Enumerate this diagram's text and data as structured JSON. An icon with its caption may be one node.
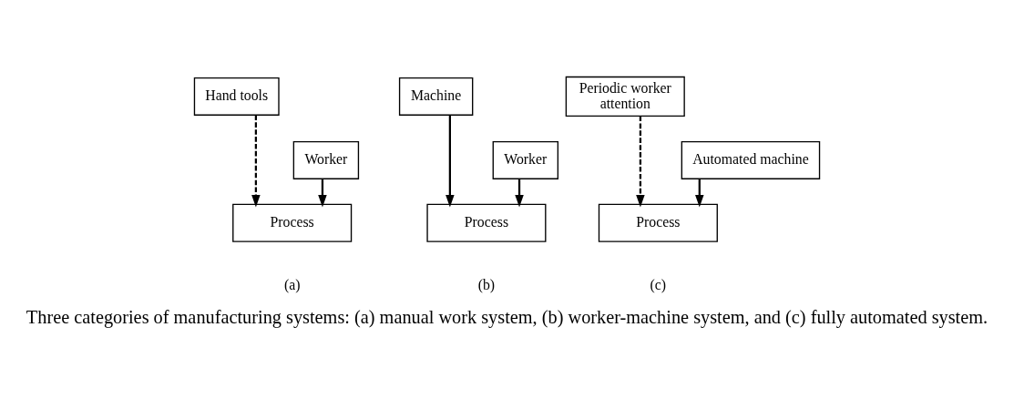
{
  "diagram": {
    "caption": "Three categories of manufacturing systems: (a) manual work system, (b) worker-machine system, and (c) fully automated system.",
    "nodes": [
      {
        "text": [
          "Hand tools"
        ]
      },
      {
        "text": [
          "Worker"
        ]
      },
      {
        "text": [
          "Process"
        ]
      },
      {
        "text": [
          "Machine"
        ]
      },
      {
        "text": [
          "Worker"
        ]
      },
      {
        "text": [
          "Process"
        ]
      },
      {
        "text": [
          "Periodic worker attention"
        ]
      },
      {
        "text": [
          "Automated machine"
        ]
      },
      {
        "text": [
          "Process"
        ]
      }
    ],
    "edges": [
      {
        "from": 1,
        "to": 2,
        "arrow": "to"
      },
      {
        "from": 0,
        "to": 2,
        "arrow": "to",
        "style": "dashed"
      },
      {
        "from": 4,
        "to": 5,
        "arrow": "to"
      },
      {
        "from": 3,
        "to": 5,
        "arrow": "to"
      },
      {
        "from": 7,
        "to": 8,
        "arrow": "to"
      },
      {
        "from": 6,
        "to": 8,
        "arrow": "to",
        "style": "dashed"
      }
    ],
    "labels": [
      "(a)",
      "(b)",
      "(c)"
    ]
  }
}
